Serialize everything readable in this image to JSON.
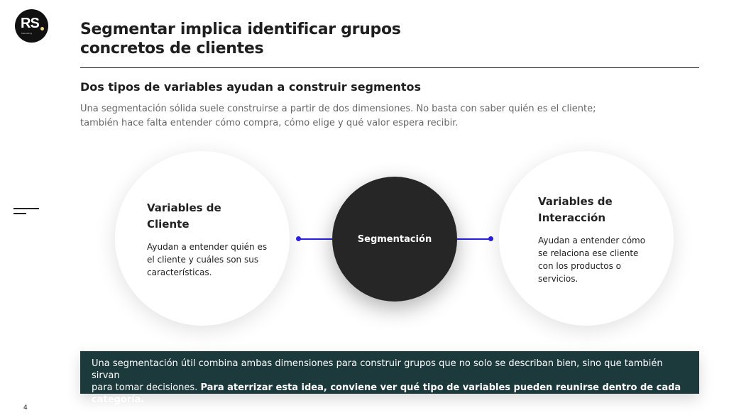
{
  "logo": {
    "text": "RS",
    "sub": "Marketing"
  },
  "title_line1": "Segmentar implica identificar grupos",
  "title_line2": "concretos de clientes",
  "subtitle": "Dos tipos de variables ayudan a construir segmentos",
  "desc_line1": "Una segmentación sólida suele construirse a partir de dos dimensiones. No basta con saber quién es el cliente;",
  "desc_line2": "también hace falta entender cómo compra, cómo elige y qué valor espera recibir.",
  "left": {
    "title1": "Variables de",
    "title2": "Cliente",
    "text1": "Ayudan a entender quién es",
    "text2": "el cliente y cuáles son sus",
    "text3": "características."
  },
  "center": {
    "label": "Segmentación"
  },
  "right": {
    "title1": "Variables de",
    "title2": "Interacción",
    "text1": "Ayudan a entender cómo",
    "text2": "se relaciona ese cliente",
    "text3": "con los productos o",
    "text4": "servicios."
  },
  "callout": {
    "line1": "Una segmentación útil combina ambas dimensiones para construir grupos que no solo se describan bien, sino que también sirvan",
    "plain2": "para tomar decisiones. ",
    "bold2": "Para aterrizar esta idea, conviene ver qué tipo de variables pueden reunirse dentro de cada categoría."
  },
  "page_number": "4",
  "colors": {
    "accent": "#2a1ee0",
    "callout_bg": "#1c3a3c",
    "logo_dot": "#f0d48a"
  }
}
